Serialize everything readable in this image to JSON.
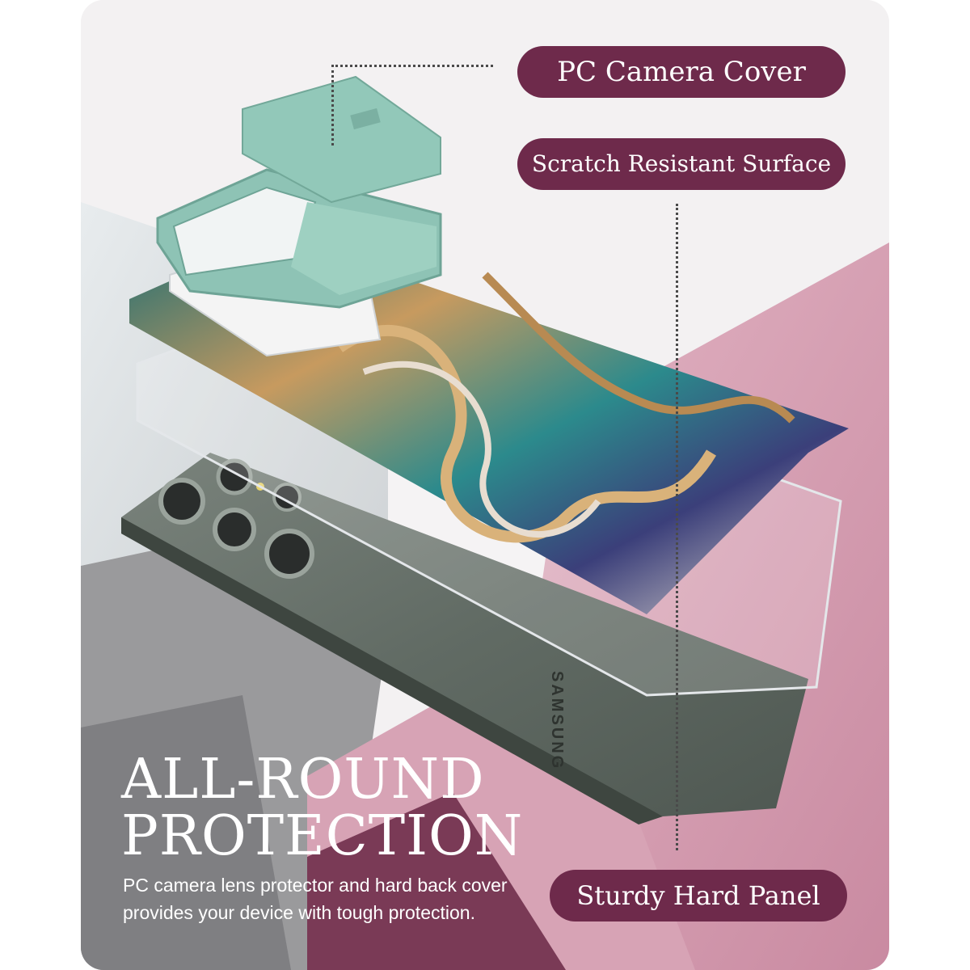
{
  "image": {
    "labels": {
      "camera_cover": "PC Camera Cover",
      "scratch_surface": "Scratch Resistant Surface",
      "sturdy_panel": "Sturdy Hard Panel"
    },
    "headline": {
      "line1": "ALL-ROUND",
      "line2": "PROTECTION"
    },
    "description": {
      "line1": "PC camera lens protector and hard back cover",
      "line2": "provides your device with tough protection."
    },
    "phone_brand": "SAMSUNG"
  },
  "colors": {
    "pill_bg": "#6e2a4b",
    "pink_bg": "#d9a7b8",
    "mint_cover": "#8ec3b5",
    "phone_green": "#5f6a63"
  }
}
